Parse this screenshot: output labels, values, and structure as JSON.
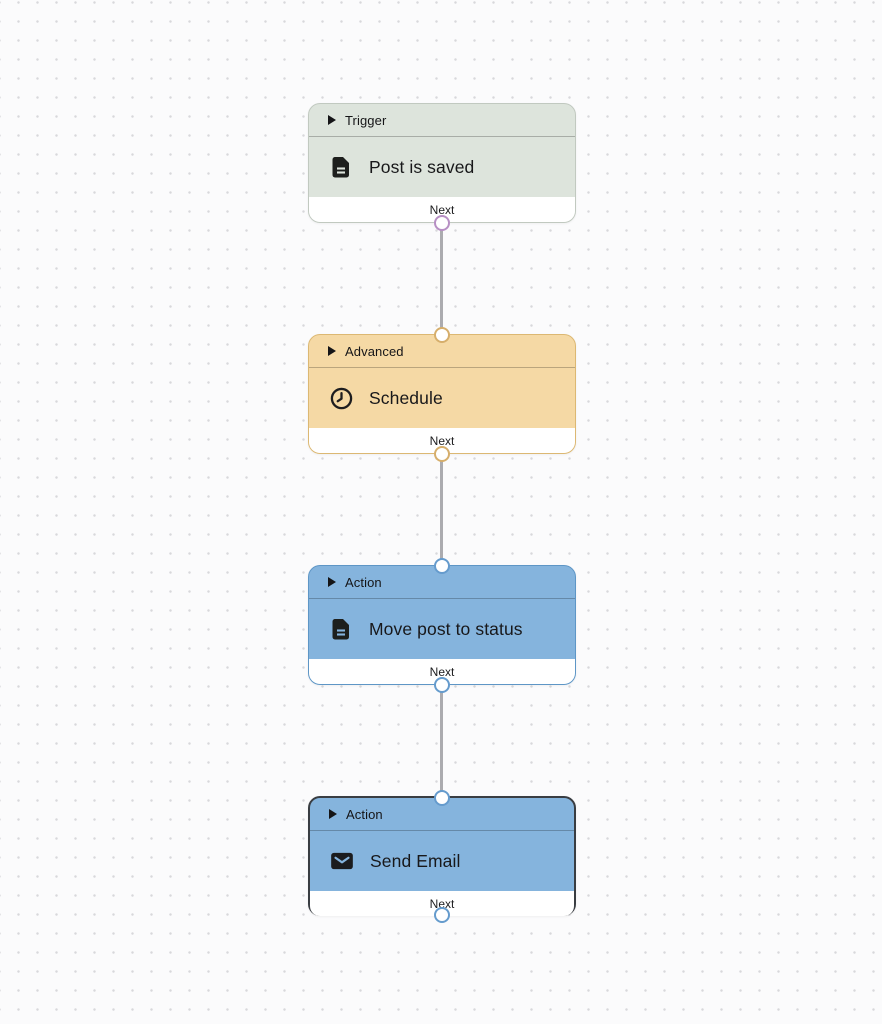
{
  "canvas": {
    "background_color": "#fbfbfc",
    "dot_color": "#d8d8db",
    "edge_color": "#ababaf"
  },
  "nodes": [
    {
      "category": "Trigger",
      "title": "Post is saved",
      "icon": "document-icon",
      "footer_label": "Next",
      "fill": "#dde4dc",
      "border": "#c1c9c0",
      "handle_in": null,
      "handle_out": "#b78fc4",
      "selected": false
    },
    {
      "category": "Advanced",
      "title": "Schedule",
      "icon": "clock-icon",
      "footer_label": "Next",
      "fill": "#f5d9a5",
      "border": "#dcb873",
      "handle_in": "#d6ae6b",
      "handle_out": "#d6ae6b",
      "selected": false
    },
    {
      "category": "Action",
      "title": "Move post to status",
      "icon": "document-icon",
      "footer_label": "Next",
      "fill": "#85b4dd",
      "border": "#5e96c6",
      "handle_in": "#659bcd",
      "handle_out": "#659bcd",
      "selected": false
    },
    {
      "category": "Action",
      "title": "Send Email",
      "icon": "mail-icon",
      "footer_label": "Next",
      "fill": "#85b4dd",
      "border": "#393d42",
      "handle_in": "#659bcd",
      "handle_out": "#659bcd",
      "selected": true
    }
  ],
  "edges": [
    {
      "from": "node-0",
      "to": "node-1"
    },
    {
      "from": "node-1",
      "to": "node-2"
    },
    {
      "from": "node-2",
      "to": "node-3"
    }
  ]
}
